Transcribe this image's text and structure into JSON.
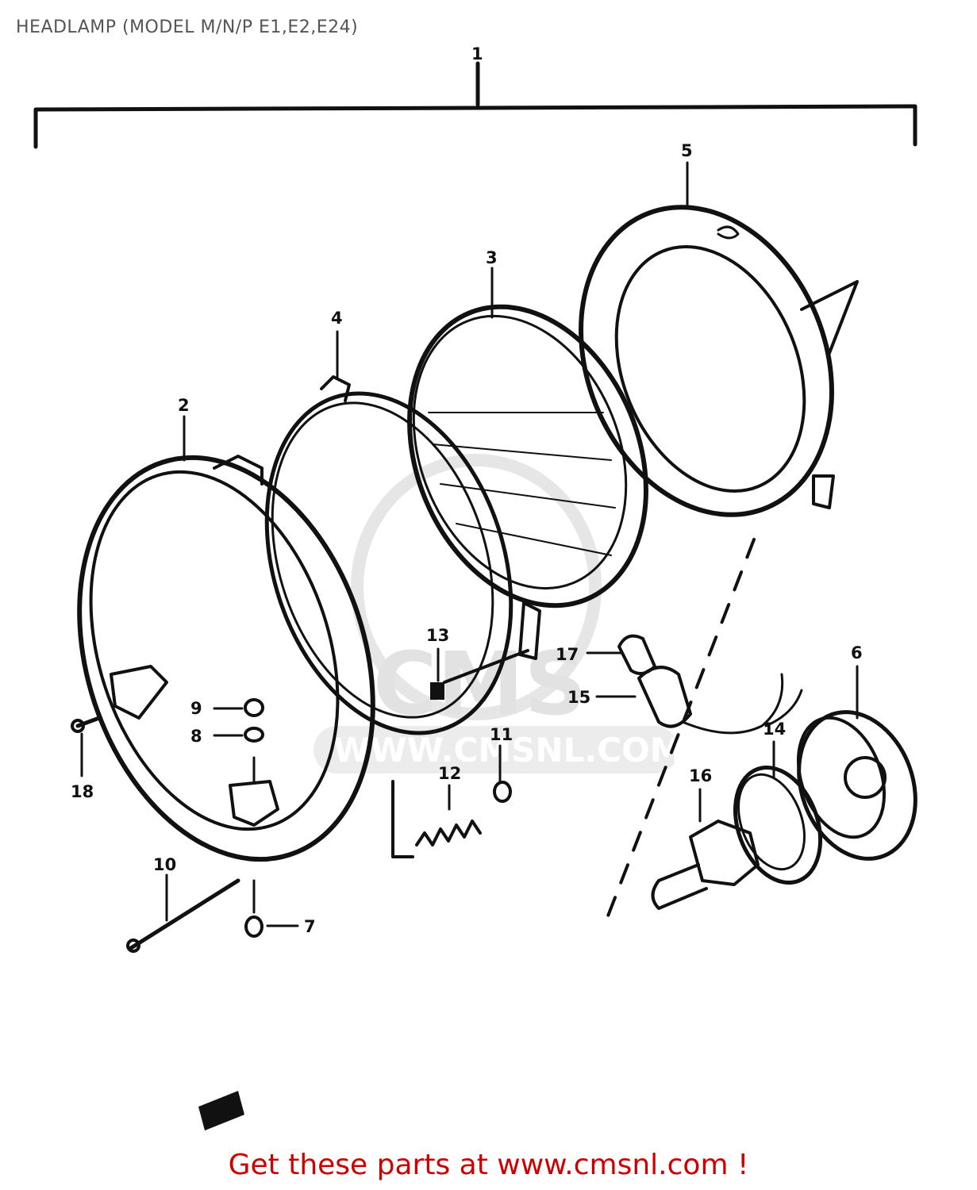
{
  "title": "HEADLAMP (MODEL M/N/P E1,E2,E24)",
  "footer": {
    "text": "Get these parts at www.cmsnl.com !",
    "color": "#cc0000"
  },
  "watermark": {
    "text": "WWW.CMSNL.COM",
    "logo_text": "CMS"
  },
  "callouts": [
    "1",
    "2",
    "3",
    "4",
    "5",
    "6",
    "7",
    "8",
    "9",
    "10",
    "11",
    "12",
    "13",
    "14",
    "15",
    "16",
    "17",
    "18"
  ]
}
